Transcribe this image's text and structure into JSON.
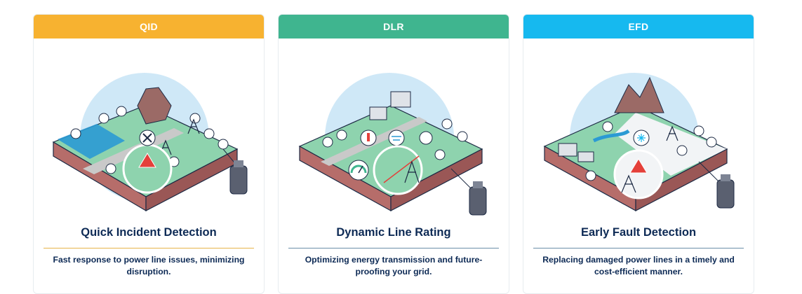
{
  "cards": [
    {
      "tag": "QID",
      "title": "Quick Incident Detection",
      "description": "Fast response to power line issues, minimizing disruption.",
      "accent": "#f7b230",
      "rule_color": "#e6b449"
    },
    {
      "tag": "DLR",
      "title": "Dynamic Line Rating",
      "description": "Optimizing energy transmission and future-proofing your grid.",
      "accent": "#3fb58f",
      "rule_color": "#6a8fa8"
    },
    {
      "tag": "EFD",
      "title": "Early Fault Detection",
      "description": "Replacing damaged power lines in a timely and cost-efficient manner.",
      "accent": "#16b9ef",
      "rule_color": "#6a8fa8"
    }
  ]
}
